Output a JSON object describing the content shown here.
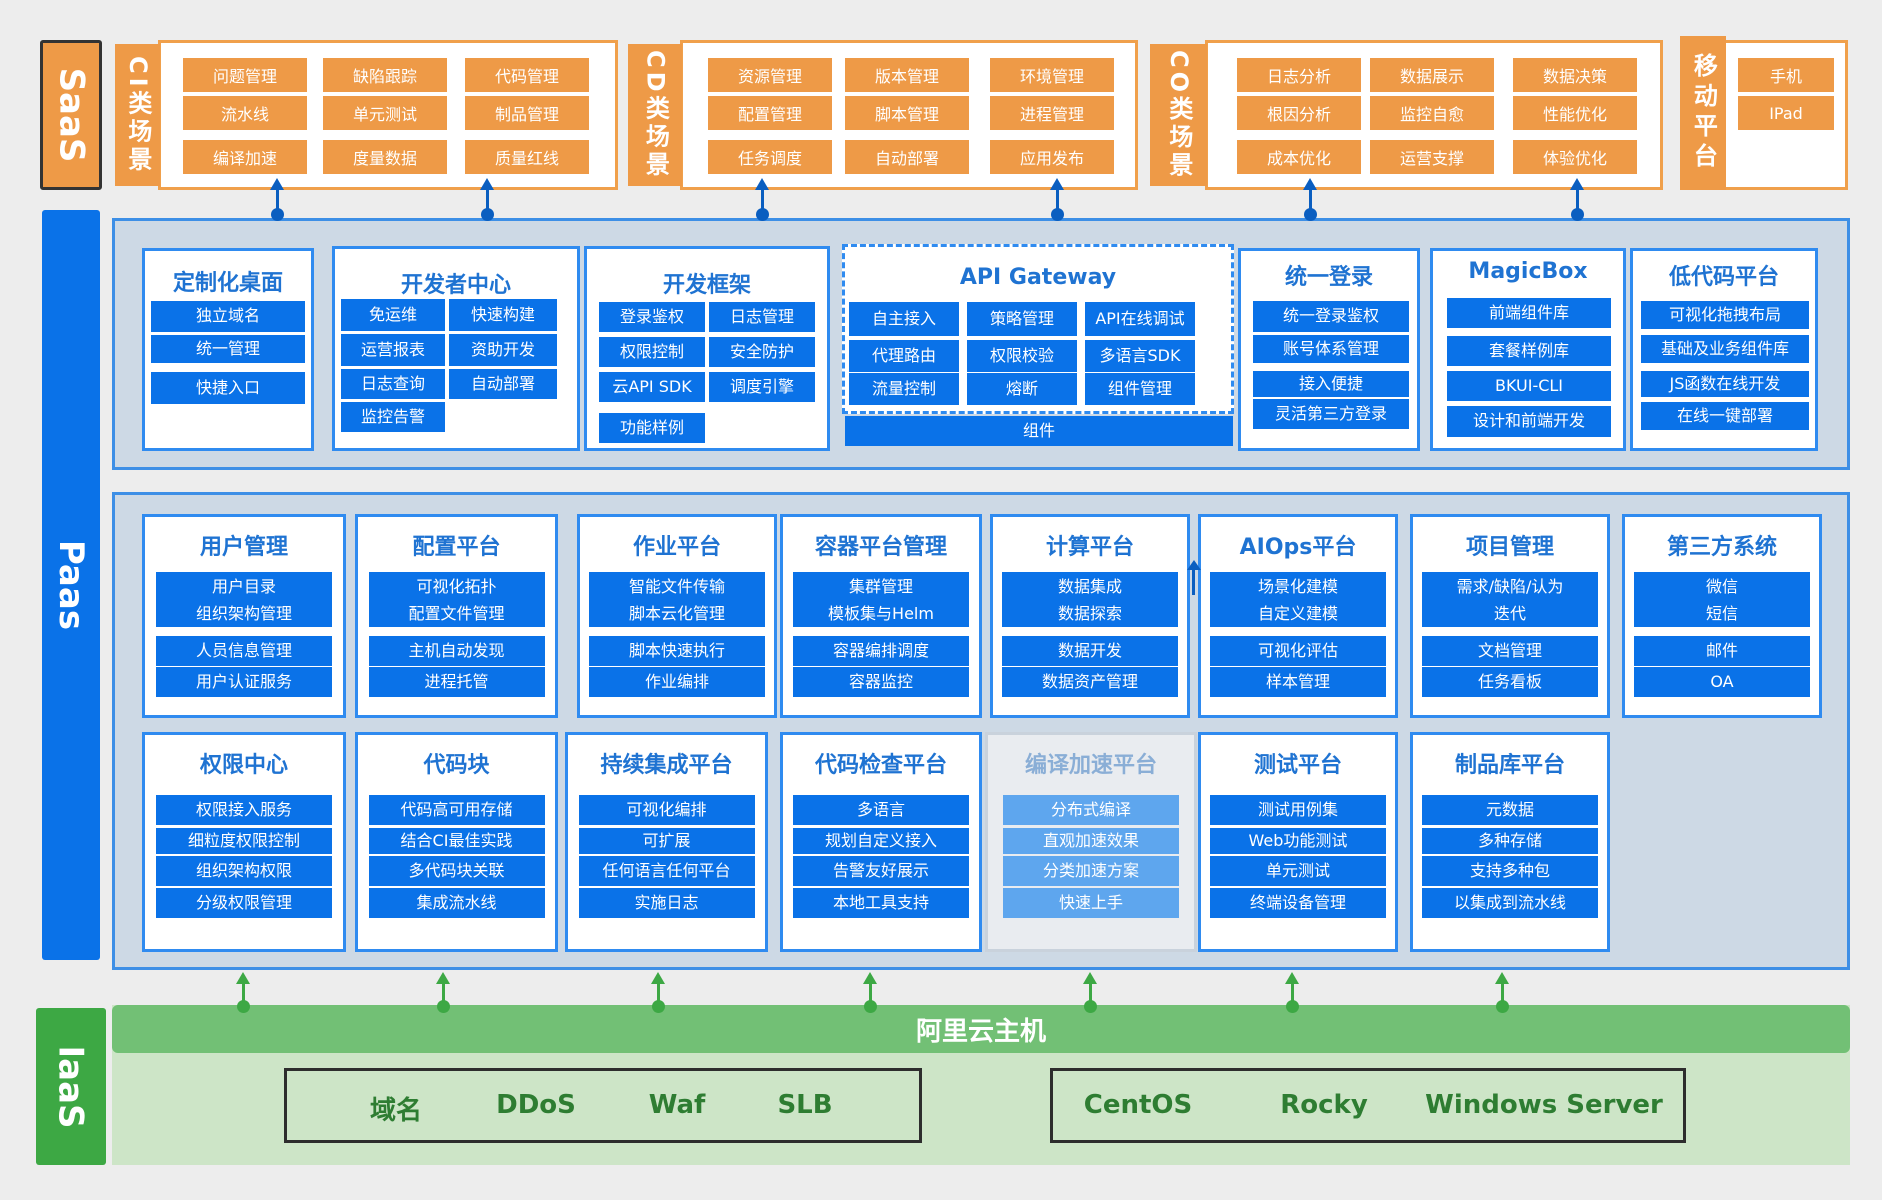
{
  "layers": {
    "saas": "SaaS",
    "paas": "Paas",
    "iaas": "IaaS"
  },
  "saas": {
    "ci": {
      "label": "CI类场景",
      "items": [
        "问题管理",
        "缺陷跟踪",
        "代码管理",
        "流水线",
        "单元测试",
        "制品管理",
        "编译加速",
        "度量数据",
        "质量红线"
      ]
    },
    "cd": {
      "label": "CD类场景",
      "items": [
        "资源管理",
        "版本管理",
        "环境管理",
        "配置管理",
        "脚本管理",
        "进程管理",
        "任务调度",
        "自动部署",
        "应用发布"
      ]
    },
    "co": {
      "label": "CO类场景",
      "items": [
        "日志分析",
        "数据展示",
        "数据决策",
        "根因分析",
        "监控自愈",
        "性能优化",
        "成本优化",
        "运营支撑",
        "体验优化"
      ]
    },
    "mobile": {
      "label": "移动平台",
      "items": [
        "手机",
        "IPad"
      ]
    }
  },
  "paas_top": {
    "desktop": {
      "title": "定制化桌面",
      "items": [
        "独立域名",
        "统一管理",
        "快捷入口"
      ]
    },
    "devcenter": {
      "title": "开发者中心",
      "items": [
        "免运维",
        "快速构建",
        "运营报表",
        "资助开发",
        "日志查询",
        "自动部署",
        "监控告警"
      ]
    },
    "framework": {
      "title": "开发框架",
      "items": [
        "登录鉴权",
        "日志管理",
        "权限控制",
        "安全防护",
        "云API SDK",
        "调度引擎",
        "功能样例"
      ]
    },
    "gateway": {
      "title": "API Gateway",
      "items": [
        "自主接入",
        "策略管理",
        "API在线调试",
        "代理路由",
        "权限校验",
        "多语言SDK",
        "流量控制",
        "熔断",
        "组件管理"
      ],
      "footer": "组件"
    },
    "login": {
      "title": "统一登录",
      "items": [
        "统一登录鉴权",
        "账号体系管理",
        "接入便捷",
        "灵活第三方登录"
      ]
    },
    "magicbox": {
      "title": "MagicBox",
      "items": [
        "前端组件库",
        "套餐样例库",
        "BKUI-CLI",
        "设计和前端开发"
      ]
    },
    "lowcode": {
      "title": "低代码平台",
      "items": [
        "可视化拖拽布局",
        "基础及业务组件库",
        "JS函数在线开发",
        "在线一键部署"
      ]
    }
  },
  "paas_mid": {
    "row1": [
      {
        "title": "用户管理",
        "items": [
          "用户目录",
          "组织架构管理",
          "人员信息管理",
          "用户认证服务"
        ]
      },
      {
        "title": "配置平台",
        "items": [
          "可视化拓扑",
          "配置文件管理",
          "主机自动发现",
          "进程托管"
        ]
      },
      {
        "title": "作业平台",
        "items": [
          "智能文件传输",
          "脚本云化管理",
          "脚本快速执行",
          "作业编排"
        ]
      },
      {
        "title": "容器平台管理",
        "items": [
          "集群管理",
          "模板集与Helm",
          "容器编排调度",
          "容器监控"
        ]
      },
      {
        "title": "计算平台",
        "items": [
          "数据集成",
          "数据探索",
          "数据开发",
          "数据资产管理"
        ]
      },
      {
        "title": "AIOps平台",
        "items": [
          "场景化建模",
          "自定义建模",
          "可视化评估",
          "样本管理"
        ]
      },
      {
        "title": "项目管理",
        "items": [
          "需求/缺陷/认为",
          "迭代",
          "文档管理",
          "任务看板"
        ]
      },
      {
        "title": "第三方系统",
        "items": [
          "微信",
          "短信",
          "邮件",
          "OA"
        ]
      }
    ],
    "row2": [
      {
        "title": "权限中心",
        "items": [
          "权限接入服务",
          "细粒度权限控制",
          "组织架构权限",
          "分级权限管理"
        ]
      },
      {
        "title": "代码块",
        "items": [
          "代码高可用存储",
          "结合CI最佳实践",
          "多代码块关联",
          "集成流水线"
        ]
      },
      {
        "title": "持续集成平台",
        "items": [
          "可视化编排",
          "可扩展",
          "任何语言任何平台",
          "实施日志"
        ]
      },
      {
        "title": "代码检查平台",
        "items": [
          "多语言",
          "规划自定义接入",
          "告警友好展示",
          "本地工具支持"
        ]
      },
      {
        "title": "编译加速平台",
        "items": [
          "分布式编译",
          "直观加速效果",
          "分类加速方案",
          "快速上手"
        ]
      },
      {
        "title": "测试平台",
        "items": [
          "测试用例集",
          "Web功能测试",
          "单元测试",
          "终端设备管理"
        ]
      },
      {
        "title": "制品库平台",
        "items": [
          "元数据",
          "多种存储",
          "支持多种包",
          "以集成到流水线"
        ]
      }
    ]
  },
  "iaas": {
    "header": "阿里云主机",
    "network": [
      "域名",
      "DDoS",
      "Waf",
      "SLB"
    ],
    "os": [
      "CentOS",
      "Rocky",
      "Windows Server"
    ]
  },
  "colors": {
    "saas_orange": "#ee9a47",
    "paas_blue": "#0a72e8",
    "iaas_green": "#72c075"
  }
}
